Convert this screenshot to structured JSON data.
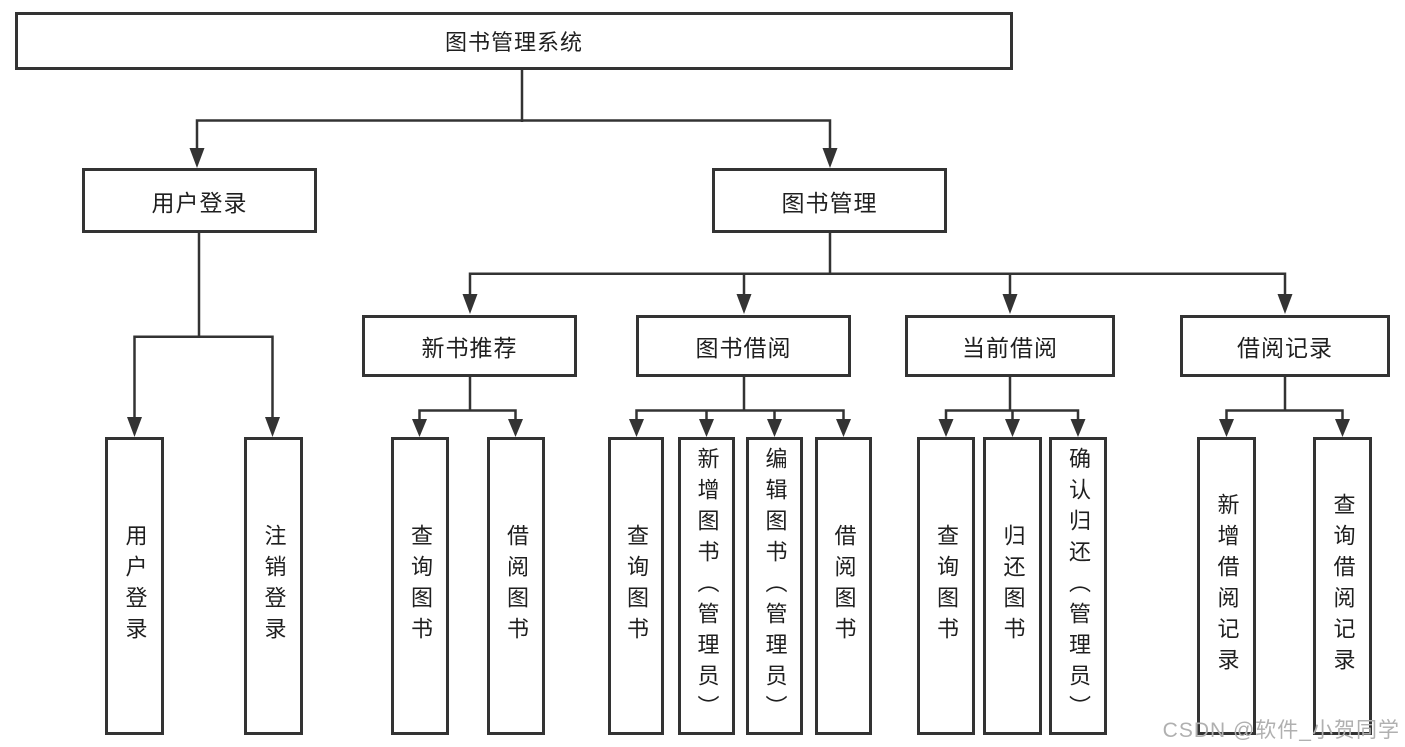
{
  "colors": {
    "line": "#333333",
    "box_border": "#333333",
    "text": "#1f1f1f",
    "watermark": "#b0b0b0",
    "background": "#ffffff"
  },
  "watermark": "CSDN @软件_小贺同学",
  "tree": {
    "label": "图书管理系统",
    "children": [
      {
        "label": "用户登录",
        "children": [
          {
            "label": "用户登录"
          },
          {
            "label": "注销登录"
          }
        ]
      },
      {
        "label": "图书管理",
        "children": [
          {
            "label": "新书推荐",
            "children": [
              {
                "label": "查询图书"
              },
              {
                "label": "借阅图书"
              }
            ]
          },
          {
            "label": "图书借阅",
            "children": [
              {
                "label": "查询图书"
              },
              {
                "label": "新增图书（管理员）"
              },
              {
                "label": "编辑图书（管理员）"
              },
              {
                "label": "借阅图书"
              }
            ]
          },
          {
            "label": "当前借阅",
            "children": [
              {
                "label": "查询图书"
              },
              {
                "label": "归还图书"
              },
              {
                "label": "确认归还（管理员）"
              }
            ]
          },
          {
            "label": "借阅记录",
            "children": [
              {
                "label": "新增借阅记录"
              },
              {
                "label": "查询借阅记录"
              }
            ]
          }
        ]
      }
    ]
  }
}
